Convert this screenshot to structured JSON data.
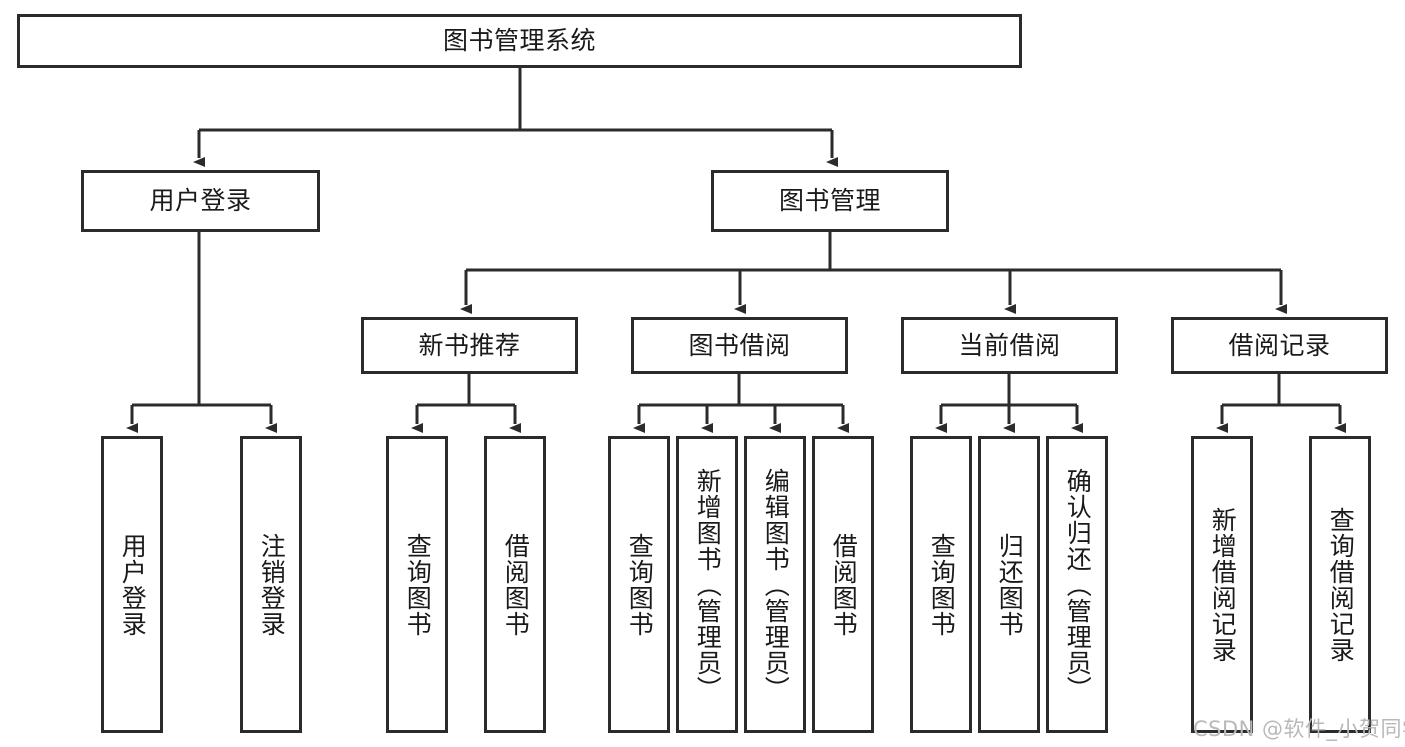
{
  "diagram": {
    "title": "图书管理系统",
    "type": "tree-hierarchy-chart",
    "root": {
      "label": "图书管理系统"
    },
    "level2": [
      {
        "label": "用户登录"
      },
      {
        "label": "图书管理"
      }
    ],
    "level3": [
      {
        "label": "新书推荐"
      },
      {
        "label": "图书借阅"
      },
      {
        "label": "当前借阅"
      },
      {
        "label": "借阅记录"
      }
    ],
    "leaves_user_login": [
      {
        "label": "用户登录"
      },
      {
        "label": "注销登录"
      }
    ],
    "leaves_new_book": [
      {
        "label": "查询图书"
      },
      {
        "label": "借阅图书"
      }
    ],
    "leaves_borrow": [
      {
        "label": "查询图书"
      },
      {
        "label": "新增图书（管理员）"
      },
      {
        "label": "编辑图书（管理员）"
      },
      {
        "label": "借阅图书"
      }
    ],
    "leaves_current": [
      {
        "label": "查询图书"
      },
      {
        "label": "归还图书"
      },
      {
        "label": "确认归还（管理员）"
      }
    ],
    "leaves_records": [
      {
        "label": "新增借阅记录"
      },
      {
        "label": "查询借阅记录"
      }
    ]
  },
  "watermark": {
    "text": "CSDN @软件_小贺同学"
  },
  "colors": {
    "border": "#2b2b2b",
    "text": "#1a1a1a",
    "background": "#ffffff",
    "watermark": "#b9b9b9"
  }
}
